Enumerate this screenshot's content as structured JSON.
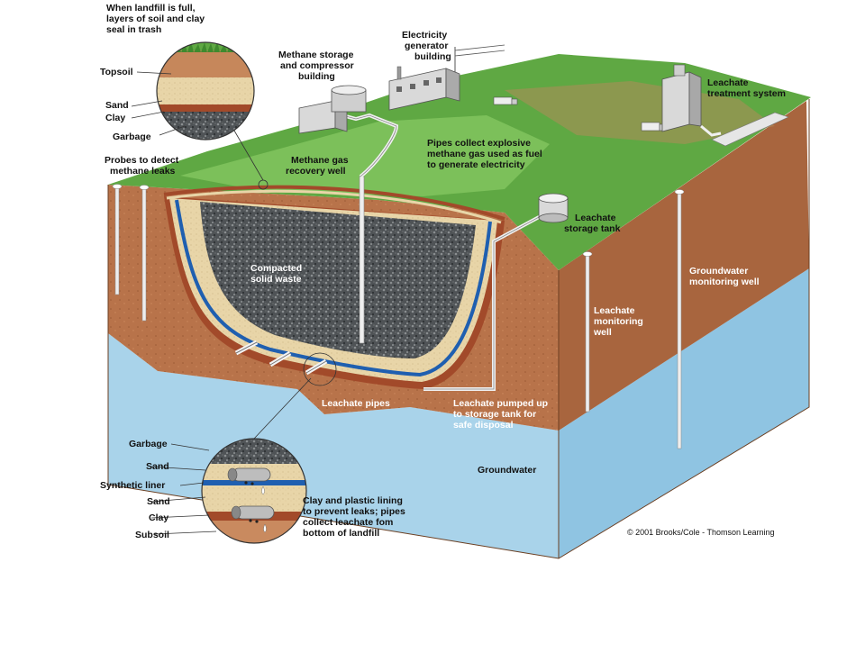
{
  "labels": {
    "top_callout": [
      "When landfill is full,",
      "layers of soil and clay",
      "seal in trash"
    ],
    "topsoil": "Topsoil",
    "sand_top": "Sand",
    "clay_top": "Clay",
    "garbage_top": "Garbage",
    "probes": [
      "Probes to detect",
      "methane leaks"
    ],
    "methane_storage": [
      "Methane storage",
      "and compressor",
      "building"
    ],
    "electricity": [
      "Electricity",
      "generator",
      "building"
    ],
    "leachate_treatment": [
      "Leachate",
      "treatment system"
    ],
    "pipes_collect": [
      "Pipes collect explosive",
      "methane gas used as fuel",
      "to generate electricity"
    ],
    "methane_well": [
      "Methane gas",
      "recovery well"
    ],
    "leachate_tank": [
      "Leachate",
      "storage tank"
    ],
    "compacted_waste": [
      "Compacted",
      "solid waste"
    ],
    "groundwater_monitoring": [
      "Groundwater",
      "monitoring well"
    ],
    "leachate_monitoring": [
      "Leachate",
      "monitoring",
      "well"
    ],
    "leachate_pipes": "Leachate pipes",
    "leachate_pumped": [
      "Leachate pumped up",
      "to storage tank for",
      "safe disposal"
    ],
    "groundwater": "Groundwater",
    "garbage_bottom": "Garbage",
    "sand_bottom1": "Sand",
    "synthetic_liner": "Synthetic liner",
    "sand_bottom2": "Sand",
    "clay_bottom": "Clay",
    "subsoil": "Subsoil",
    "lining_callout": [
      "Clay and plastic lining",
      "to prevent leaks; pipes",
      "collect leachate fom",
      "bottom of landfill"
    ],
    "copyright": "© 2001 Brooks/Cole - Thomson Learning"
  },
  "colors": {
    "grass": "#5fa843",
    "grass_light": "#7cc05a",
    "soil": "#b8734a",
    "soil_dark": "#9a5a35",
    "sand": "#e8d5a8",
    "clay": "#a24a2a",
    "liner": "#1f5fb0",
    "waste": "#55595c",
    "groundwater": "#a9d3ea",
    "groundwater_dark": "#7fb8dc"
  }
}
